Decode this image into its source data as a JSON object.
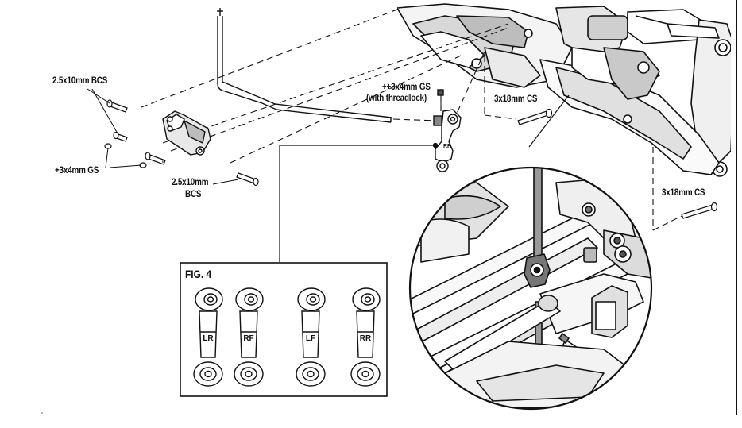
{
  "labels": {
    "bcs_top": "2.5x10mm BCS",
    "gs_left": "+3x4mm GS",
    "bcs_bottom_line1": "2.5x10mm",
    "bcs_bottom_line2": "BCS",
    "gs_right_line1": "++3x4mm GS",
    "gs_right_line2": "(with threadlock)",
    "cs_mid": "3x18mm CS",
    "cs_right": "3x18mm CS"
  },
  "figure": {
    "title": "FIG. 4",
    "links": [
      {
        "code": "LR"
      },
      {
        "code": "RF"
      },
      {
        "code": "LF"
      },
      {
        "code": "RR"
      }
    ]
  },
  "link_tag": "RR"
}
